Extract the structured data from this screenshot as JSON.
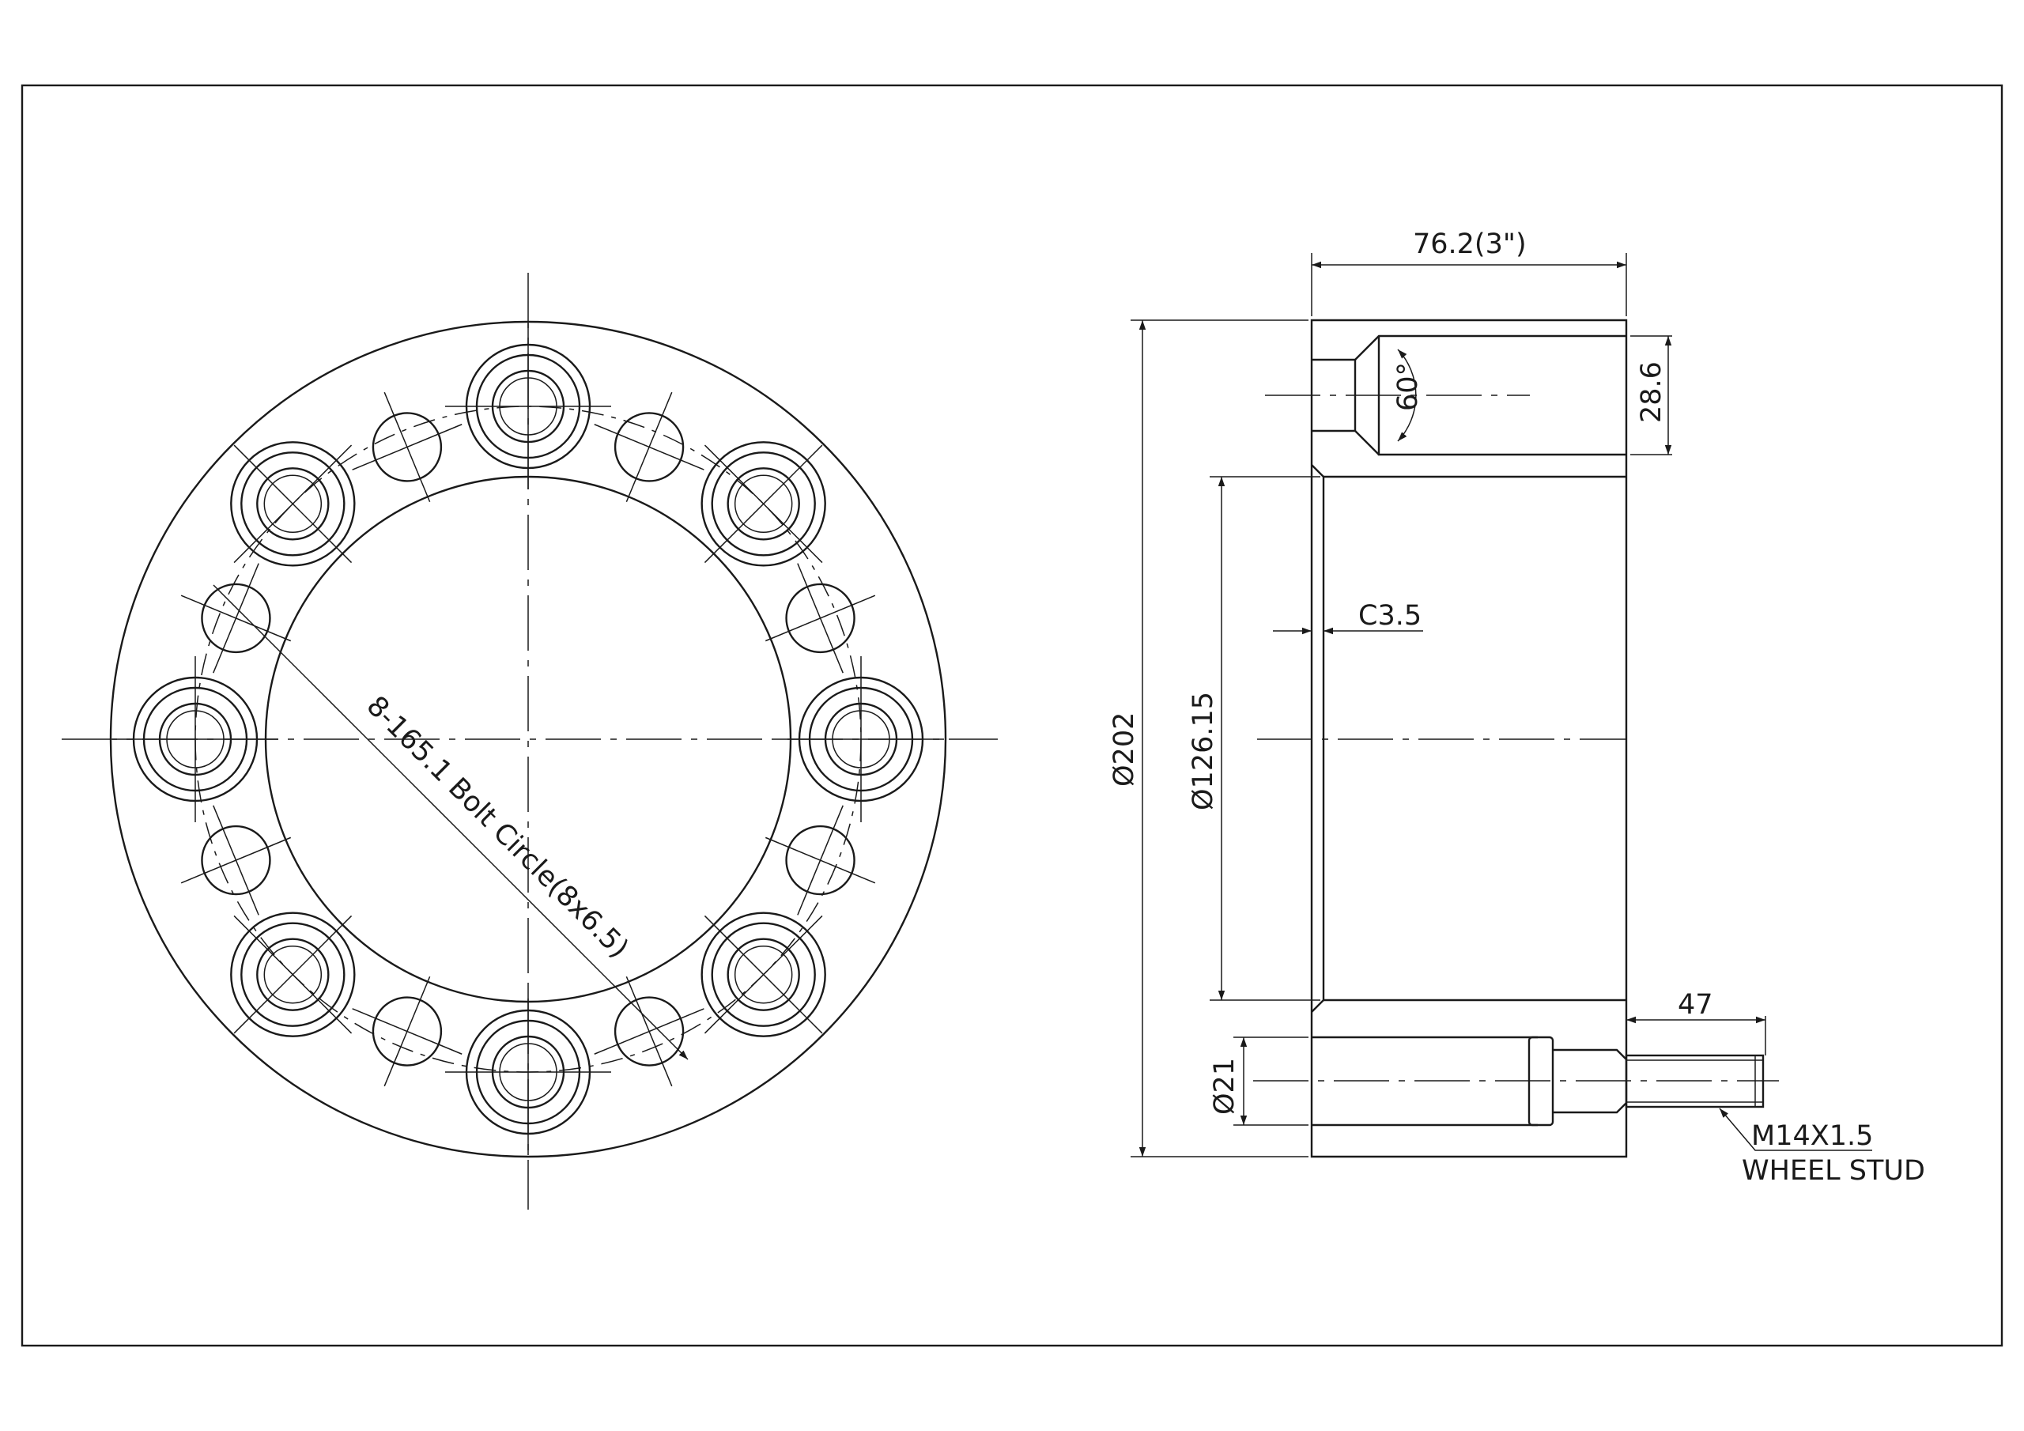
{
  "labels": {
    "width_dim": "76.2(3\")",
    "pocket_depth": "28.6",
    "countersink_angle": "60°",
    "chamfer": "C3.5",
    "outer_dia": "Ø202",
    "bore_dia": "Ø126.15",
    "hole_dia": "Ø21",
    "stud_length": "47",
    "stud_thread": "M14X1.5",
    "stud_name": "WHEEL STUD",
    "bolt_circle": "8-165.1 Bolt Circle(8x6.5)"
  }
}
